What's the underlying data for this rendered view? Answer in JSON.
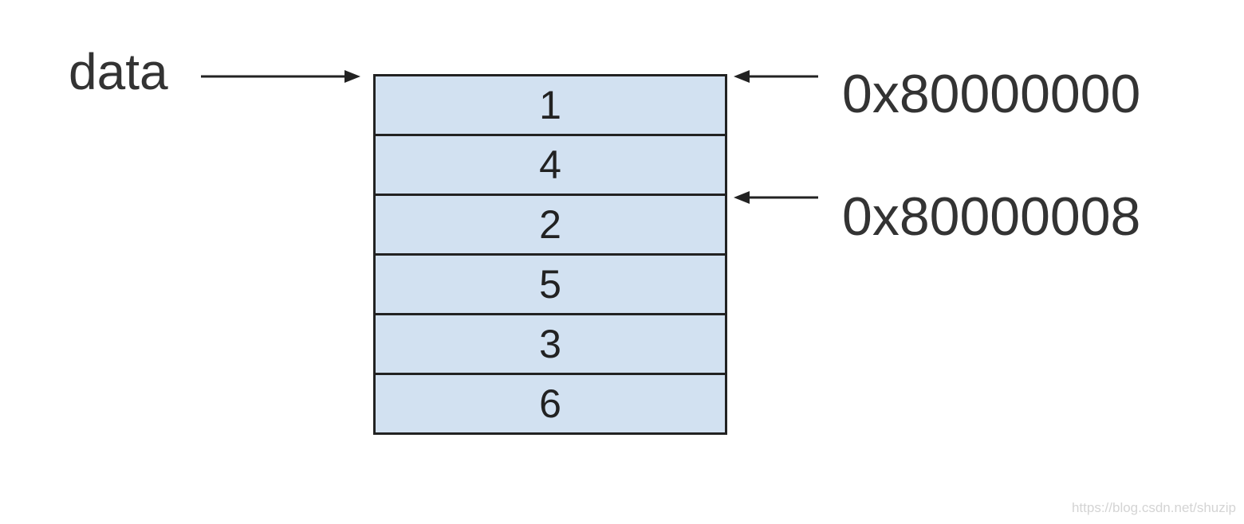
{
  "pointer_label": "data",
  "cells": [
    "1",
    "4",
    "2",
    "5",
    "3",
    "6"
  ],
  "addresses": [
    "0x80000000",
    "0x80000008"
  ],
  "watermark": "https://blog.csdn.net/shuzip",
  "colors": {
    "cell_fill": "#d2e1f1",
    "stroke": "#222222",
    "text": "#333333"
  }
}
